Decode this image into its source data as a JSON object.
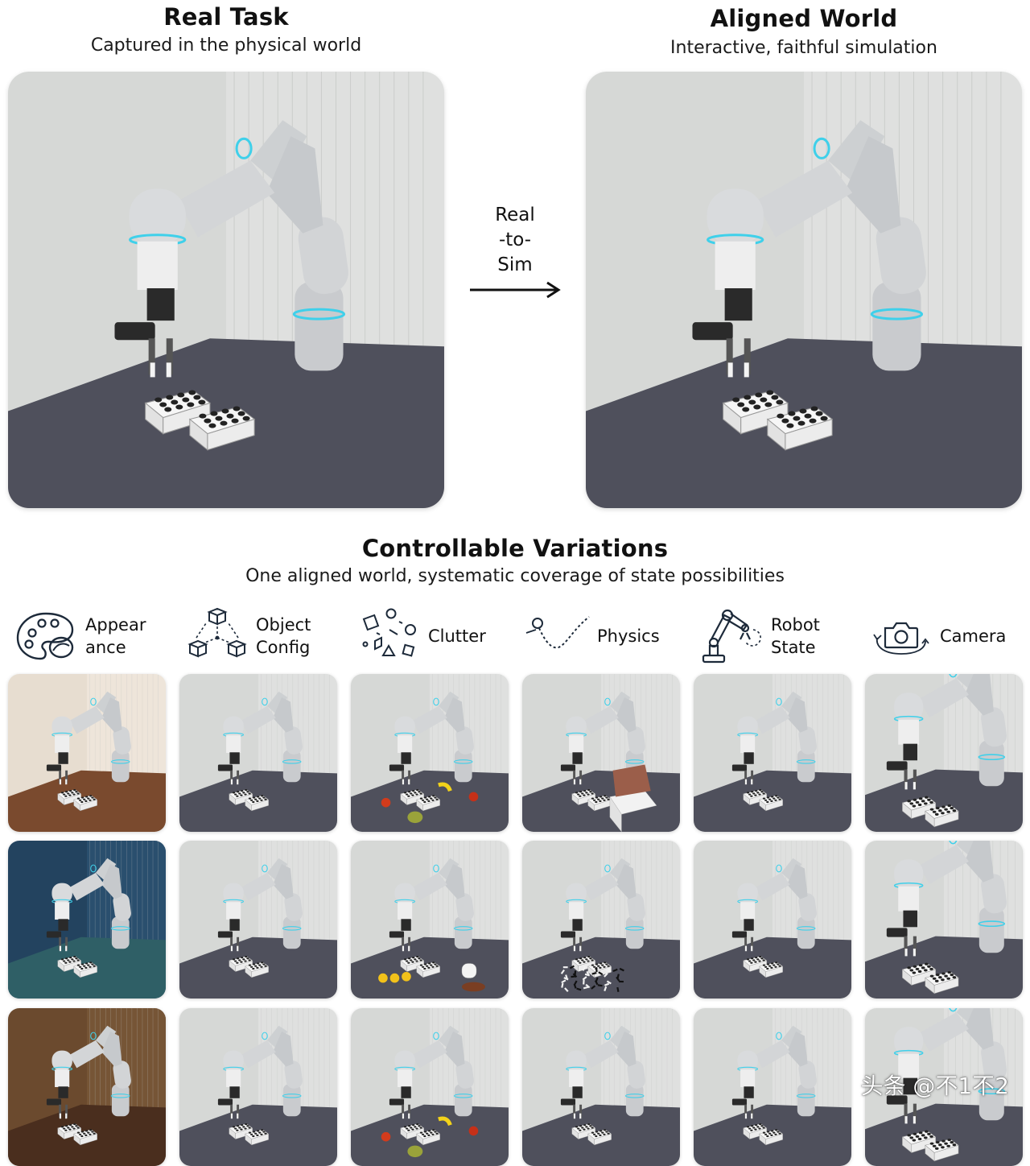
{
  "left_header": {
    "title": "Real Task",
    "subtitle": "Captured in the physical world"
  },
  "right_header": {
    "title": "Aligned World",
    "subtitle": "Interactive, faithful simulation"
  },
  "arrow": {
    "line1": "Real",
    "line2": "-to-",
    "line3": "Sim"
  },
  "variations": {
    "title": "Controllable Variations",
    "subtitle": "One aligned world, systematic coverage of state possibilities"
  },
  "categories": [
    {
      "label": "Appear\nance",
      "icon": "palette-icon"
    },
    {
      "label": "Object\nConfig",
      "icon": "object-config-icon"
    },
    {
      "label": "Clutter",
      "icon": "clutter-icon"
    },
    {
      "label": "Physics",
      "icon": "physics-trajectory-icon"
    },
    {
      "label": "Robot\nState",
      "icon": "robot-arm-icon"
    },
    {
      "label": "Camera",
      "icon": "camera-icon"
    }
  ],
  "watermark": "头条 @不1不2",
  "colors": {
    "wall": "#d6d8d6",
    "table": "#4f505c",
    "robot": "#c9cbce",
    "accent_ring": "#3fd0ea",
    "gripper": "#2a2a2a"
  }
}
